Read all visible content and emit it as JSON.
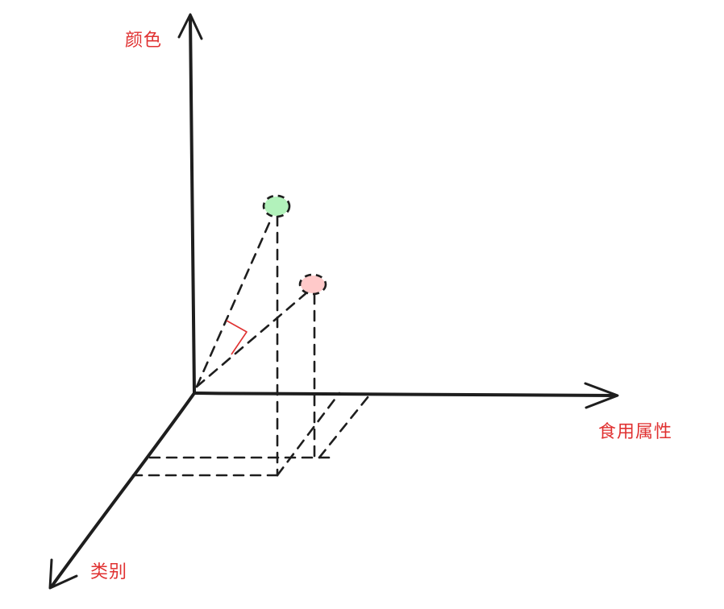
{
  "axes": {
    "y_label": "颜色",
    "x_label": "食用属性",
    "z_label": "类别"
  },
  "points": [
    {
      "icon": "green-point-circle",
      "color": "#b2f2bb"
    },
    {
      "icon": "pink-point-circle",
      "color": "#ffc9c9"
    }
  ],
  "colors": {
    "label": "#e03131",
    "ink": "#1e1e1e",
    "angle_mark": "#e03131"
  }
}
